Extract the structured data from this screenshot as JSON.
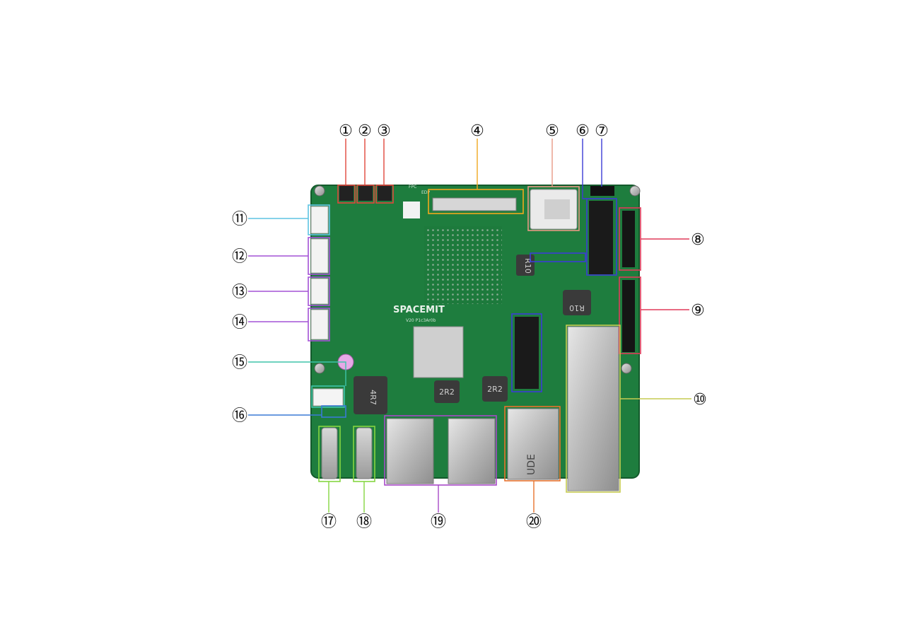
{
  "board": {
    "silk_logo": "SPACEMIT",
    "silk_version": "V20 P1c3Ar0b",
    "silk_edp": "EDP",
    "silk_fpc": "FPC",
    "inductor_labels": [
      "4R7",
      "2R2",
      "2R2",
      "R10",
      "R10"
    ],
    "ethernet_brand": "UDE"
  },
  "callouts": [
    {
      "id": "1",
      "glyph": "①",
      "color": "#e0463c"
    },
    {
      "id": "2",
      "glyph": "②",
      "color": "#e0463c"
    },
    {
      "id": "3",
      "glyph": "③",
      "color": "#e0463c"
    },
    {
      "id": "4",
      "glyph": "④",
      "color": "#f0a81e"
    },
    {
      "id": "5",
      "glyph": "⑤",
      "color": "#e89a86"
    },
    {
      "id": "6",
      "glyph": "⑥",
      "color": "#3c3cd6"
    },
    {
      "id": "7",
      "glyph": "⑦",
      "color": "#3c3cd6"
    },
    {
      "id": "8",
      "glyph": "⑧",
      "color": "#e03a5a"
    },
    {
      "id": "9",
      "glyph": "⑨",
      "color": "#e03a5a"
    },
    {
      "id": "10",
      "glyph": "⑩",
      "color": "#c6cc52"
    },
    {
      "id": "11",
      "glyph": "⑪",
      "color": "#5ec4e2"
    },
    {
      "id": "12",
      "glyph": "⑫",
      "color": "#a352d6"
    },
    {
      "id": "13",
      "glyph": "⑬",
      "color": "#a352d6"
    },
    {
      "id": "14",
      "glyph": "⑭",
      "color": "#a352d6"
    },
    {
      "id": "15",
      "glyph": "⑮",
      "color": "#3ec4aa"
    },
    {
      "id": "16",
      "glyph": "⑯",
      "color": "#3a7ad6"
    },
    {
      "id": "17",
      "glyph": "⑰",
      "color": "#86d642"
    },
    {
      "id": "18",
      "glyph": "⑱",
      "color": "#86d642"
    },
    {
      "id": "19",
      "glyph": "⑲",
      "color": "#a84ac8"
    },
    {
      "id": "20",
      "glyph": "⑳",
      "color": "#e8732e"
    }
  ]
}
